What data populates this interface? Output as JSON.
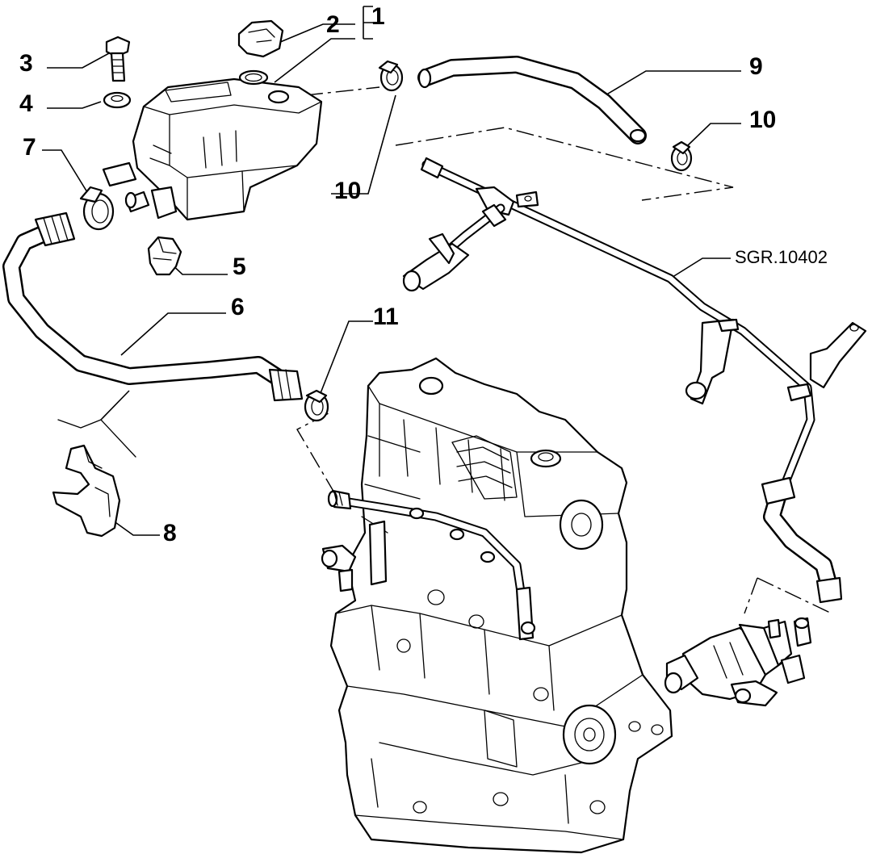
{
  "diagram": {
    "reference_code": "SGR.10402",
    "callouts": [
      {
        "id": "c1",
        "text": "1"
      },
      {
        "id": "c2",
        "text": "2"
      },
      {
        "id": "c3",
        "text": "3"
      },
      {
        "id": "c4",
        "text": "4"
      },
      {
        "id": "c5",
        "text": "5"
      },
      {
        "id": "c6",
        "text": "6"
      },
      {
        "id": "c7",
        "text": "7"
      },
      {
        "id": "c8",
        "text": "8"
      },
      {
        "id": "c9",
        "text": "9"
      },
      {
        "id": "c10a",
        "text": "10"
      },
      {
        "id": "c10b",
        "text": "10"
      },
      {
        "id": "c11",
        "text": "11"
      }
    ]
  }
}
